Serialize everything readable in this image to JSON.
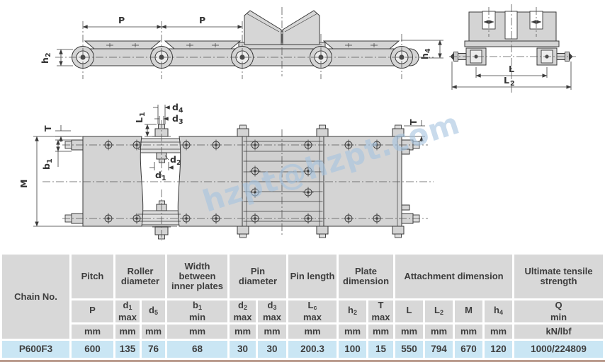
{
  "drawing": {
    "watermark": "hzpt@hzpt.com",
    "labels": {
      "pitch_left": "P",
      "pitch_right": "P",
      "h2_main": "h",
      "h2_sub": "2",
      "h4_main": "h",
      "h4_sub": "4",
      "L": "L",
      "L2_main": "L",
      "L2_sub": "2",
      "M": "M",
      "T_left": "T",
      "T_right": "T",
      "b1_main": "b",
      "b1_sub": "1",
      "L1_main": "L",
      "L1_sub": "1",
      "d1_main": "d",
      "d1_sub": "1",
      "d2_main": "d",
      "d2_sub": "2",
      "d3_main": "d",
      "d3_sub": "3",
      "d4_main": "d",
      "d4_sub": "4"
    }
  },
  "table": {
    "chain_no_label": "Chain No.",
    "groups": [
      {
        "label": "Pitch"
      },
      {
        "label": "Roller diameter"
      },
      {
        "label": "Width between inner plates"
      },
      {
        "label": "Pin diameter"
      },
      {
        "label": "Pin length"
      },
      {
        "label": "Plate dimension"
      },
      {
        "label": "Attachment dimension"
      },
      {
        "label": "Ultimate tensile strength"
      }
    ],
    "subs": [
      {
        "main": "P"
      },
      {
        "main": "d",
        "sub": "1",
        "line2": "max"
      },
      {
        "main": "d",
        "sub": "5"
      },
      {
        "main": "b",
        "sub": "1",
        "line2": "min"
      },
      {
        "main": "d",
        "sub": "2",
        "line2": "max"
      },
      {
        "main": "d",
        "sub": "3",
        "line2": "max"
      },
      {
        "main": "L",
        "sub": "c",
        "line2": "max"
      },
      {
        "main": "h",
        "sub": "2"
      },
      {
        "main": "T",
        "line2": "max"
      },
      {
        "main": "L"
      },
      {
        "main": "L",
        "sub": "2"
      },
      {
        "main": "M"
      },
      {
        "main": "h",
        "sub": "4"
      },
      {
        "main": "Q",
        "line2": "min"
      }
    ],
    "units": [
      "mm",
      "mm",
      "mm",
      "mm",
      "mm",
      "mm",
      "mm",
      "mm",
      "mm",
      "mm",
      "mm",
      "mm",
      "mm",
      "kN/lbf"
    ],
    "row": {
      "chain_no": "P600F3",
      "values": [
        "600",
        "135",
        "76",
        "68",
        "30",
        "30",
        "200.3",
        "100",
        "15",
        "550",
        "794",
        "670",
        "120",
        "1000/224809"
      ]
    }
  }
}
